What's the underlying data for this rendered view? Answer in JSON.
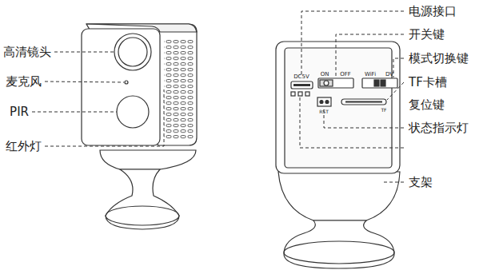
{
  "diagram": {
    "labels": [
      "高清镜头",
      "麦克风",
      "PIR",
      "红外灯",
      "电源接口",
      "开关键",
      "模式切换键",
      "TF卡槽",
      "复位键",
      "状态指示灯",
      "支架",
      "DC5V",
      "ON",
      "OFF",
      "WiFi",
      "DV",
      "RST",
      "TF"
    ]
  }
}
